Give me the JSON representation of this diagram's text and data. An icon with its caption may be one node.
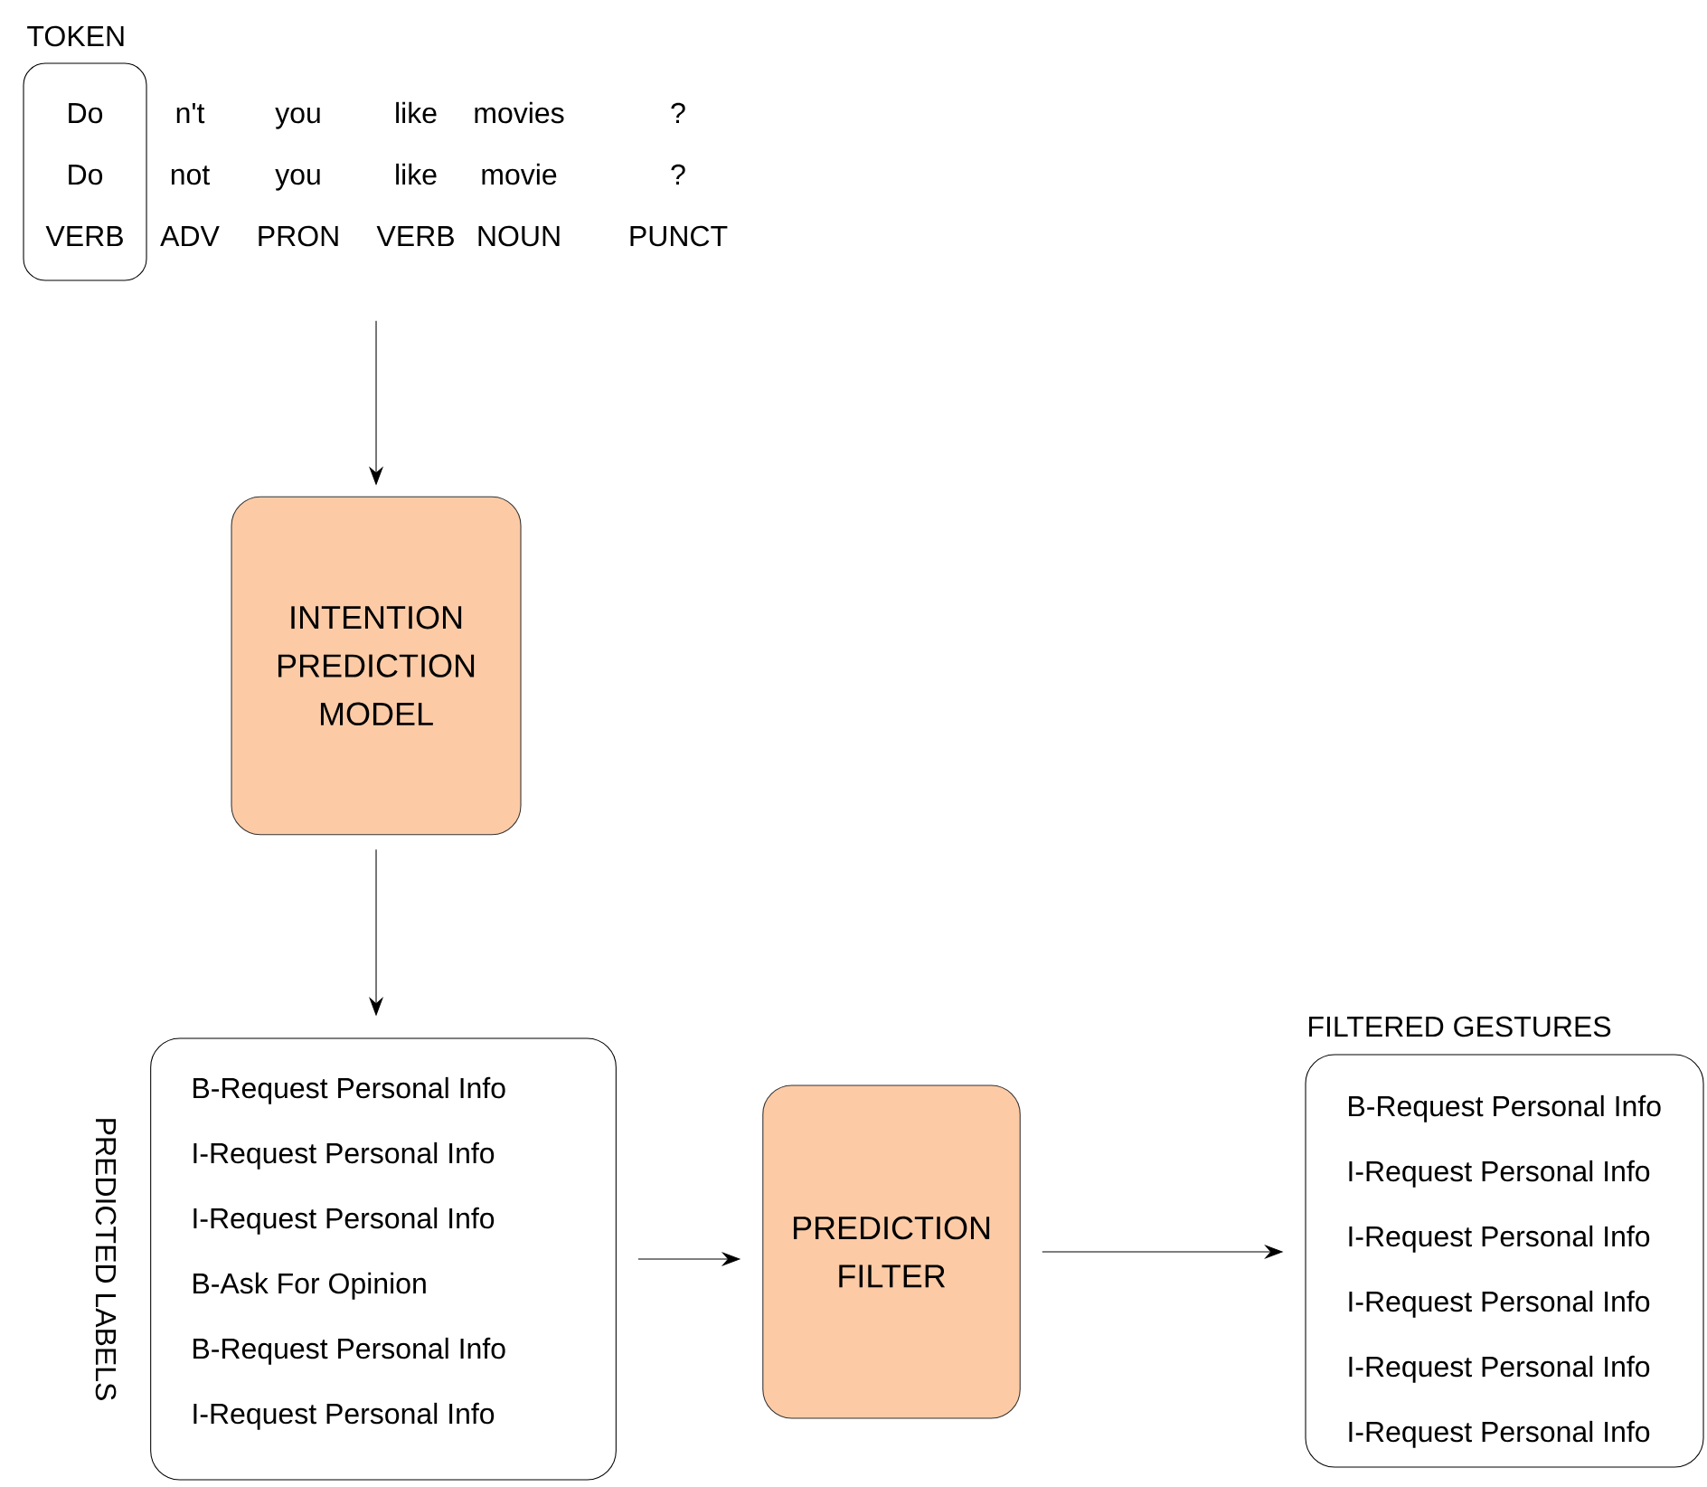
{
  "diagram": {
    "nodes": [
      {
        "text": [
          "Do",
          "Do",
          "VERB"
        ]
      },
      {
        "text": [
          "INTENTION PREDICTION MODEL"
        ]
      },
      {
        "text": [
          "PREDICTED LABELS",
          "B-Request Personal Info",
          "I-Request Personal Info",
          "I-Request Personal Info",
          "B-Ask For Opinion",
          "B-Request Personal Info",
          "I-Request Personal Info"
        ]
      },
      {
        "text": [
          "PREDICTION FILTER"
        ]
      },
      {
        "text": [
          "FILTERED GESTURES",
          "B-Request Personal Info",
          "I-Request Personal Info",
          "I-Request Personal Info",
          "I-Request Personal Info",
          "I-Request Personal Info",
          "I-Request Personal Info"
        ]
      }
    ],
    "edges": [
      {
        "from": null,
        "to": 1,
        "arrow": "to"
      },
      {
        "from": 1,
        "to": 2,
        "arrow": "to"
      },
      {
        "from": 2,
        "to": 3,
        "arrow": "to"
      },
      {
        "from": 3,
        "to": 4,
        "arrow": "to"
      }
    ],
    "labels": [
      "TOKEN",
      "n't",
      "you",
      "like",
      "movies",
      "?",
      "not",
      "you",
      "like",
      "movie",
      "?",
      "ADV",
      "PRON",
      "VERB",
      "NOUN",
      "PUNCT"
    ]
  }
}
